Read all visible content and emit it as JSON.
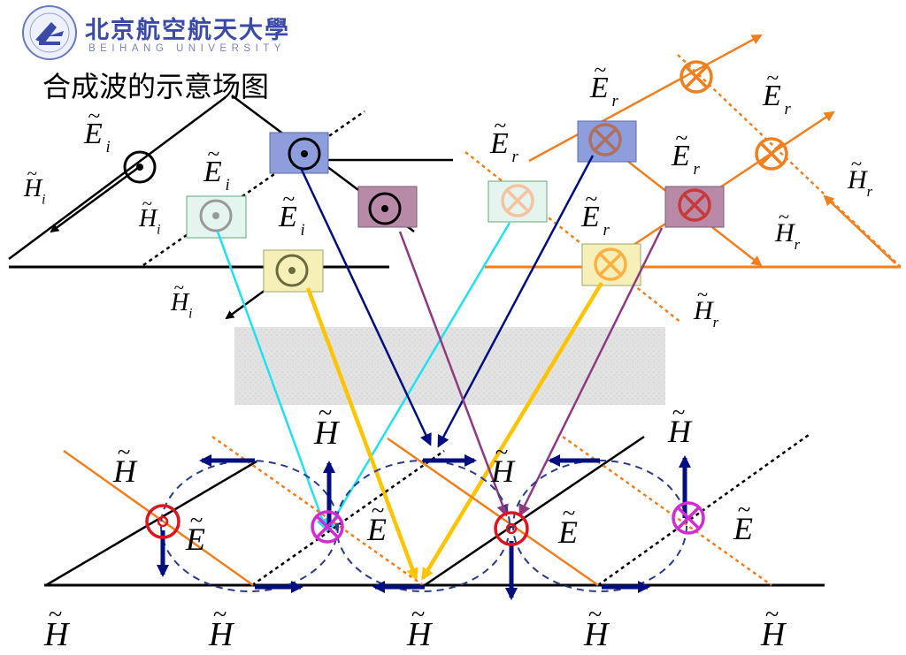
{
  "header": {
    "logo_cn": "北京航空航天大學",
    "logo_en": "BEIHANG UNIVERSITY",
    "title": "合成波的示意场图"
  },
  "labels": {
    "E": "E",
    "H": "H",
    "tilde": "~",
    "sub_i": "i",
    "sub_r": "r"
  },
  "colors": {
    "incident_field": "#000000",
    "reflected_field": "#f07f1f",
    "arrow_navy": "#000e80",
    "arrow_cyan": "#22e0f0",
    "arrow_yellow": "#ffc400",
    "arrow_purple": "#8e3a80",
    "circle_red": "#e0141e",
    "circle_magenta": "#d22bd2",
    "ellipse_dashed": "#2b3a8c",
    "patch_blue": "#8e9edc",
    "patch_mauve": "#b88aa8",
    "patch_pale_green": "#e4f4ee",
    "patch_pale_yellow": "#f6f0b8",
    "interface_gray": "#e0e0e0"
  },
  "icons": {
    "seal": "beihang-seal-icon",
    "field_into_page": "circle-cross-icon",
    "field_out_of_page": "circle-dot-icon"
  }
}
